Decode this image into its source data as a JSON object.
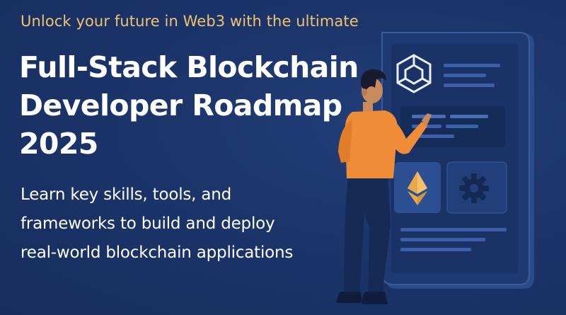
{
  "banner": {
    "tagline": "Unlock your future in Web3 with the ultimate",
    "title_lines": [
      "Full-Stack Blockchain",
      "Developer Roadmap",
      "2025"
    ],
    "subtitle_lines": [
      "Learn key skills, tools, and",
      "frameworks to build and deploy",
      "real-world blockchain applications"
    ]
  },
  "illustration": {
    "icons": [
      "hexagon-cube-icon",
      "ethereum-icon",
      "gear-icon"
    ],
    "colors": {
      "background": "#1b346a",
      "tablet": "#203c73",
      "tablet_screen": "#1a3266",
      "accent_gold": "#f2c36f",
      "shirt_orange": "#f08c38",
      "pants_navy": "#172c5a"
    }
  }
}
